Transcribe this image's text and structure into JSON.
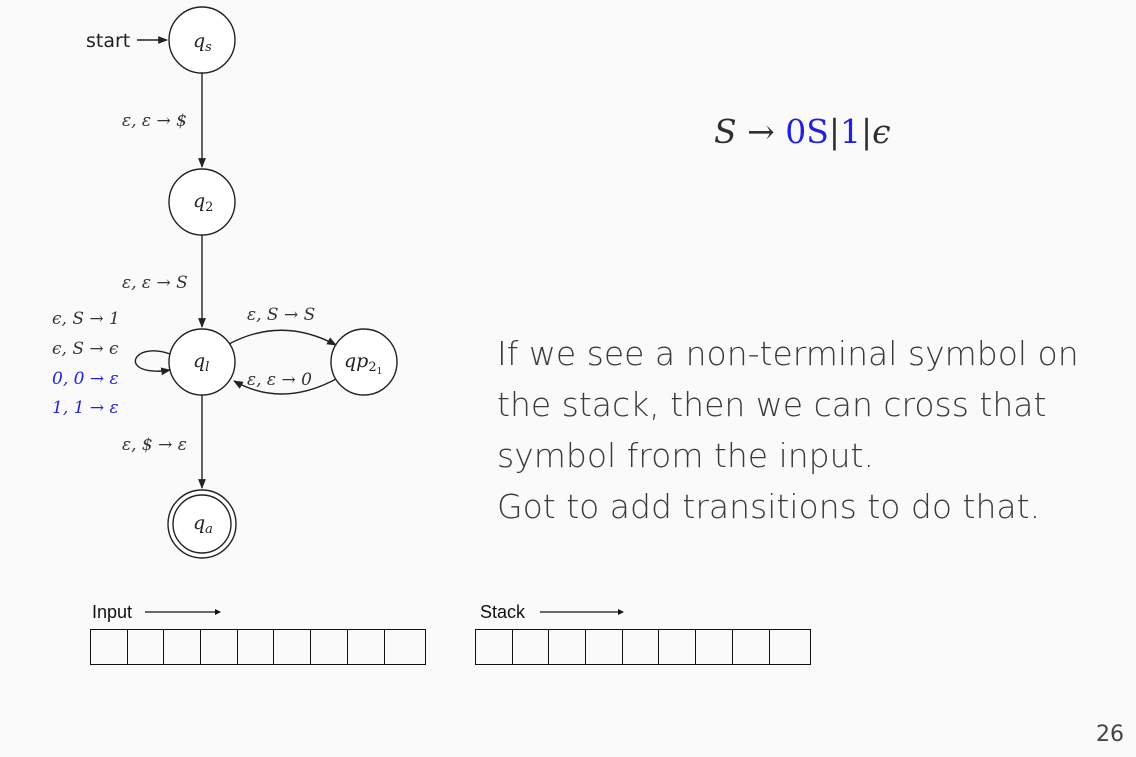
{
  "diagram": {
    "start_label": "start",
    "states": {
      "qs": {
        "name": "q",
        "sub": "s"
      },
      "q2": {
        "name": "q",
        "sub": "2"
      },
      "ql": {
        "name": "q",
        "sub": "l"
      },
      "qp": {
        "name": "qp",
        "sub": "2",
        "subsub": "1"
      },
      "qa": {
        "name": "q",
        "sub": "a"
      }
    },
    "transitions": {
      "qs_q2": "ε, ε → $",
      "q2_ql": "ε, ε → S",
      "ql_self": [
        "ϵ, S → 1",
        "ϵ, S → ϵ",
        "0, 0 → ε",
        "1, 1 → ε"
      ],
      "ql_qp": "ε, S → S",
      "qp_ql": "ε, ε → 0",
      "ql_qa": "ε, $ → ε"
    }
  },
  "grammar": {
    "lhs": "S",
    "arrow": "→",
    "rhs1": "0S",
    "bar1": "|",
    "rhs2": "1",
    "bar2": "|",
    "rhs3": "ϵ"
  },
  "explanation": [
    "If we see a non-terminal symbol on",
    "the stack, then we can cross that",
    "symbol from the input.",
    "Got to add transitions to do that."
  ],
  "input_tape": {
    "label": "Input",
    "cells": 9
  },
  "stack_tape": {
    "label": "Stack",
    "cells": 9
  },
  "page_number": "26",
  "colors": {
    "accent": "#2222dd",
    "text": "#3a3a3a",
    "background": "#fafafa"
  }
}
